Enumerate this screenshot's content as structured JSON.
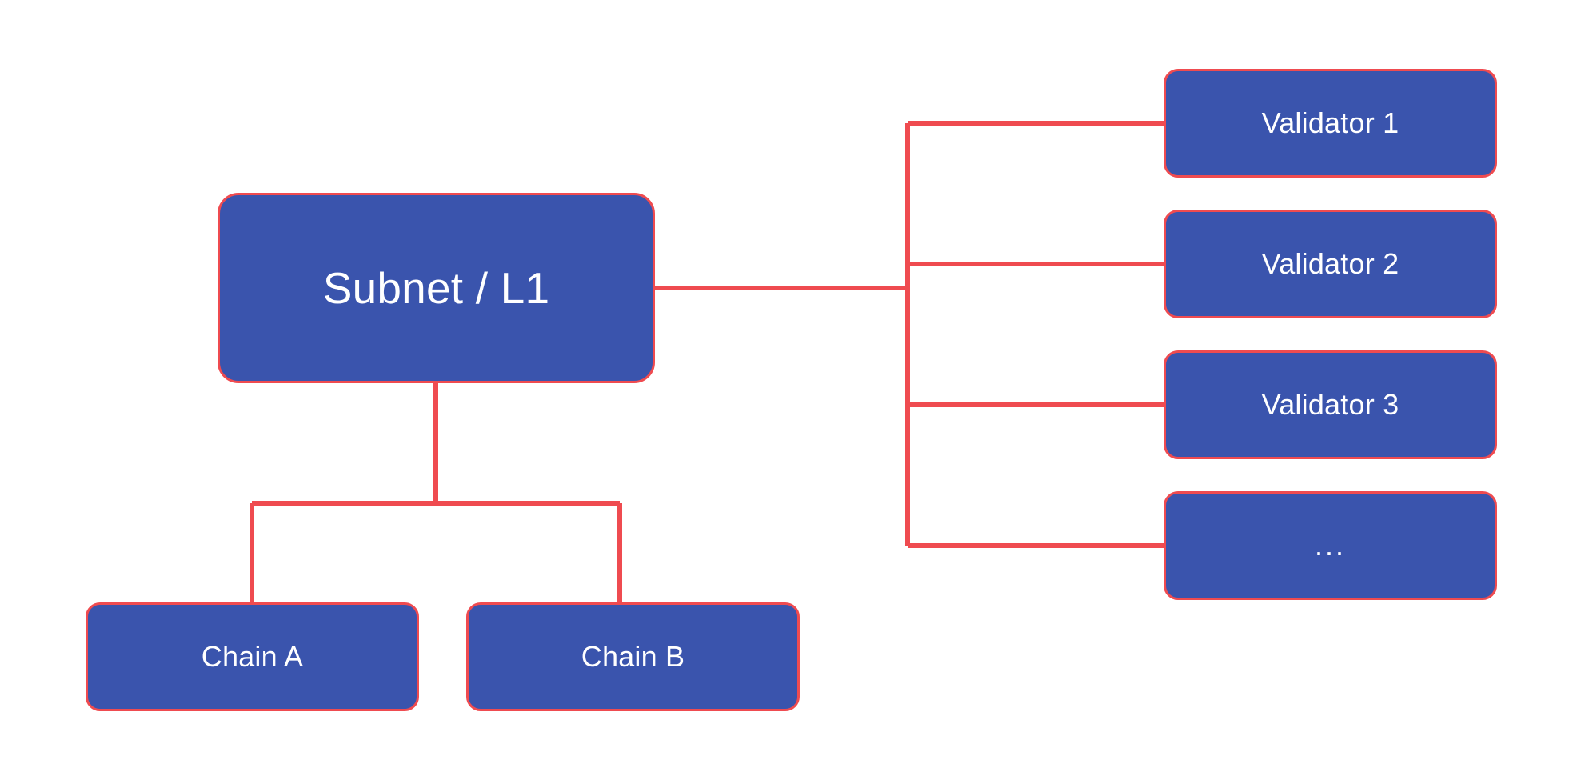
{
  "diagram": {
    "title": "Subnet / L1 architecture tree",
    "background_color": "#ffffff",
    "node_fill_color": "#3a54ad",
    "node_border_color": "#ef4b50",
    "connector_color": "#ef4b50",
    "node_text_color": "#ffffff"
  },
  "nodes": {
    "root": {
      "label": "Subnet / L1"
    },
    "chains": [
      {
        "label": "Chain A"
      },
      {
        "label": "Chain B"
      }
    ],
    "validators": [
      {
        "label": "Validator 1"
      },
      {
        "label": "Validator 2"
      },
      {
        "label": "Validator 3"
      },
      {
        "label": "..."
      }
    ]
  },
  "connectors": [
    {
      "from": "root",
      "to": "validator-group",
      "orientation": "horizontal"
    },
    {
      "from": "validator-group",
      "to": "Validator 1",
      "orientation": "elbow"
    },
    {
      "from": "validator-group",
      "to": "Validator 2",
      "orientation": "elbow"
    },
    {
      "from": "validator-group",
      "to": "Validator 3",
      "orientation": "elbow"
    },
    {
      "from": "validator-group",
      "to": "...",
      "orientation": "elbow"
    },
    {
      "from": "root",
      "to": "chain-group",
      "orientation": "vertical"
    },
    {
      "from": "chain-group",
      "to": "Chain A",
      "orientation": "elbow"
    },
    {
      "from": "chain-group",
      "to": "Chain B",
      "orientation": "elbow"
    }
  ]
}
